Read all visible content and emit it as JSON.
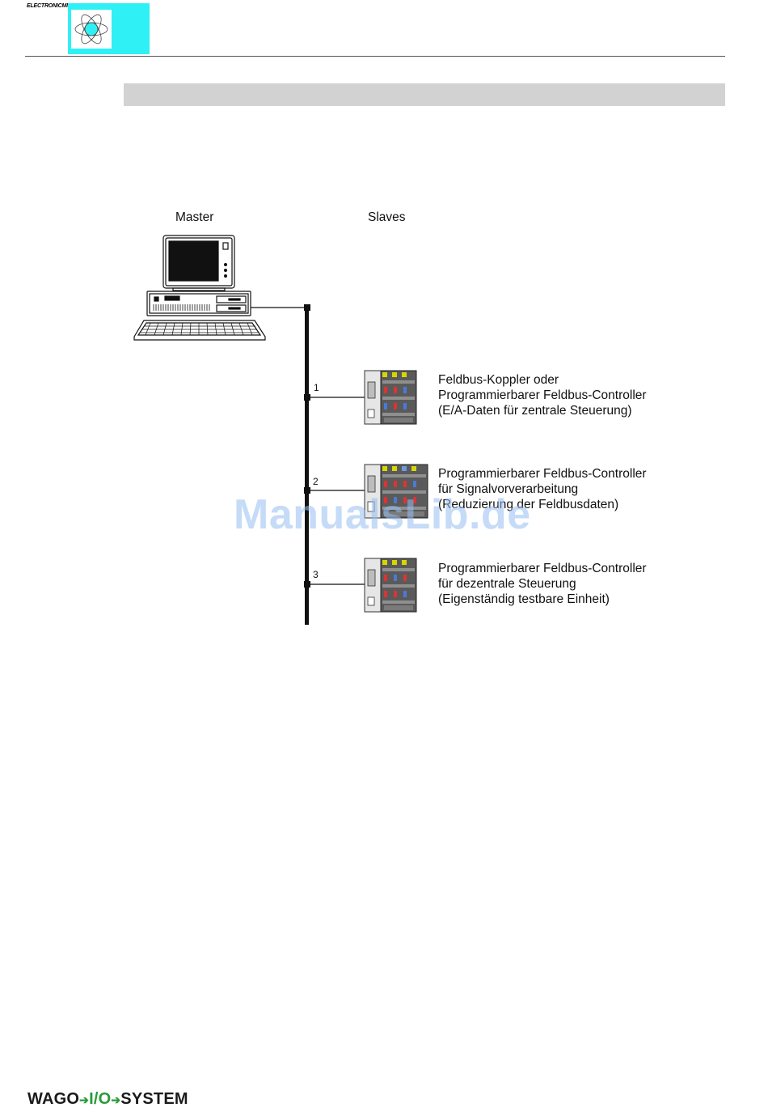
{
  "header": {
    "brand_small": "ELECTRONICMIC",
    "logo_icon": "atom-icon",
    "colors": {
      "logo_bg": "#2ff0f4",
      "section_bar": "#d2d2d2"
    }
  },
  "diagram": {
    "master_label": "Master",
    "slaves_label": "Slaves",
    "slaves": [
      {
        "number": "1",
        "lines": [
          "Feldbus-Koppler oder",
          "Programmierbarer Feldbus-Controller",
          "(E/A-Daten für zentrale Steuerung)"
        ]
      },
      {
        "number": "2",
        "lines": [
          "Programmierbarer Feldbus-Controller",
          "für Signalvorverarbeitung",
          "(Reduzierung der Feldbusdaten)"
        ]
      },
      {
        "number": "3",
        "lines": [
          "Programmierbarer Feldbus-Controller",
          "für dezentrale Steuerung",
          "(Eigenständig testbare Einheit)"
        ]
      }
    ]
  },
  "watermark": "ManualsLib.de",
  "footer": {
    "brand_wago": "WAGO",
    "brand_io": "I/O",
    "brand_system": "SYSTEM"
  }
}
